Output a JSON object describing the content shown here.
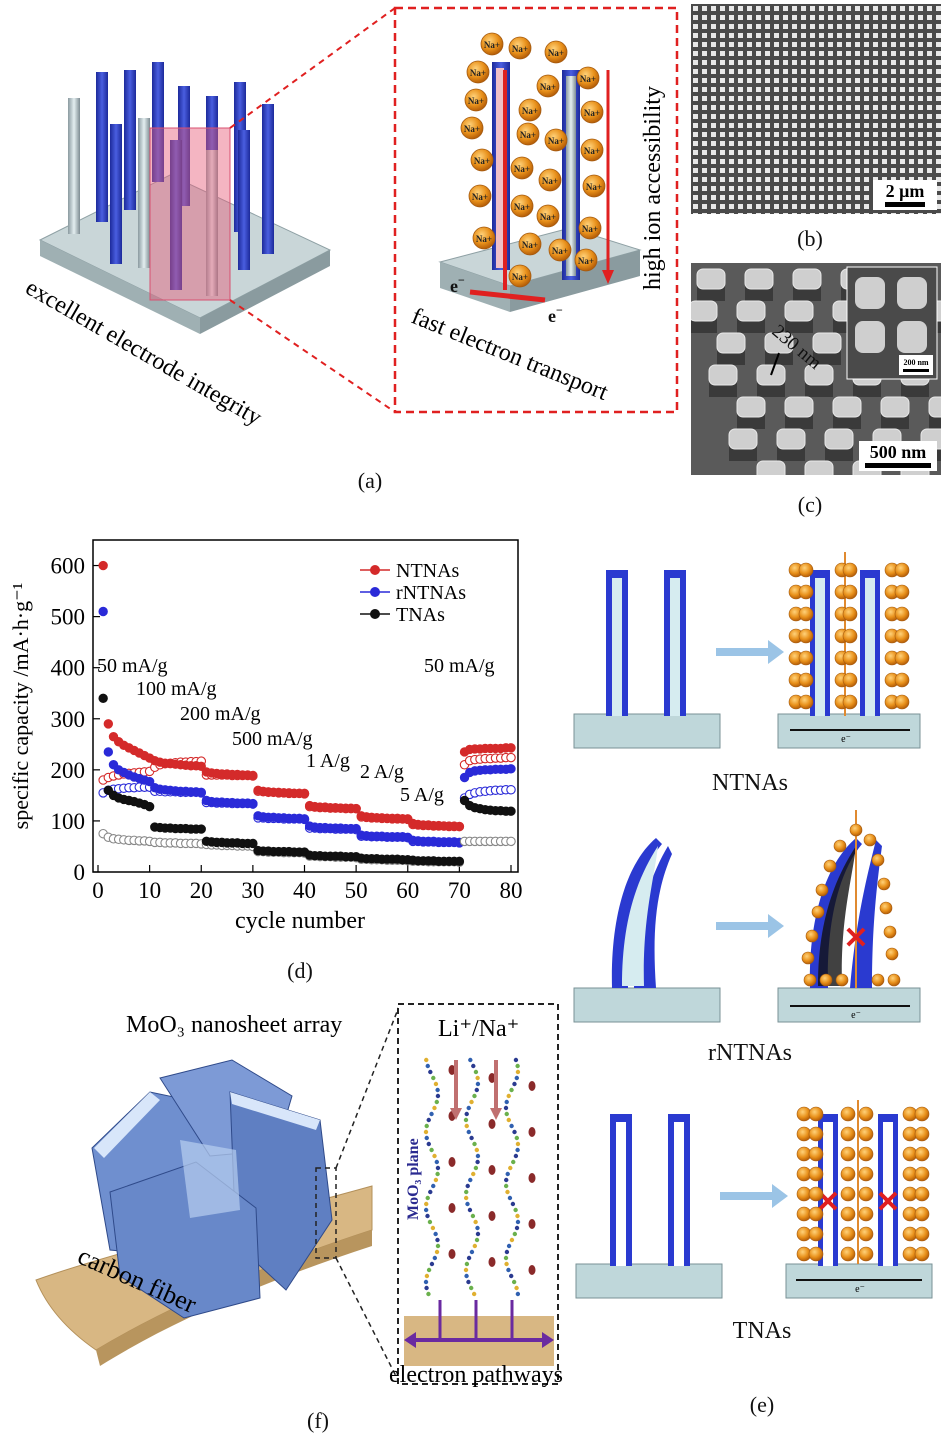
{
  "panel_a": {
    "label": "(a)",
    "integrity_text": "excellent electrode integrity",
    "transport_text": "fast electron transport",
    "accessibility_text": "high ion accessibility",
    "ion_symbol": "Na",
    "ion_charge": "+",
    "electron_symbol": "e",
    "electron_charge": "−"
  },
  "panel_b": {
    "label": "(b)",
    "scale_text": "2 μm"
  },
  "panel_c": {
    "label": "(c)",
    "scale_text": "500 nm",
    "inset_scale_text": "200 nm",
    "dimension_text": "230 nm"
  },
  "panel_d": {
    "label": "(d)",
    "rate_labels": [
      "50 mA/g",
      "100 mA/g",
      "200 mA/g",
      "500 mA/g",
      "1 A/g",
      "2 A/g",
      "5 A/g",
      "50 mA/g"
    ]
  },
  "panel_e": {
    "label": "(e)",
    "captions": [
      "NTNAs",
      "rNTNAs",
      "TNAs"
    ],
    "electron_text": "e⁻"
  },
  "panel_f": {
    "label": "(f)",
    "array_title": "MoO₃ nanosheet array",
    "fiber_text": "carbon fiber",
    "ion_text": "Li⁺/Na⁺",
    "plane_text": "MoO₃ plane",
    "pathway_text": "electron pathways"
  },
  "colors": {
    "ntnas": "#d42a2a",
    "rntnas": "#2a2ad8",
    "tnas": "#111111",
    "tube_blue": "#3344c8",
    "tube_light": "#cfe6ee",
    "substrate": "#b9d4d8",
    "ion_orange": "#e8901a",
    "dash_red": "#e02020"
  },
  "chart_data": {
    "type": "scatter",
    "xlabel": "cycle number",
    "ylabel": "specific capacity /mA·h·g⁻¹",
    "xlim": [
      0,
      80
    ],
    "ylim": [
      0,
      650
    ],
    "xticks": [
      0,
      10,
      20,
      30,
      40,
      50,
      60,
      70,
      80
    ],
    "yticks": [
      0,
      100,
      200,
      300,
      400,
      500,
      600
    ],
    "legend_position": "top-right",
    "series": [
      {
        "name": "NTNAs",
        "charge": [
          600,
          290,
          265,
          255,
          248,
          243,
          238,
          233,
          228,
          223,
          218,
          215,
          213,
          212,
          211,
          210,
          209,
          208,
          208,
          207,
          196,
          194,
          193,
          192,
          192,
          191,
          191,
          190,
          190,
          189,
          160,
          158,
          157,
          156,
          156,
          155,
          155,
          154,
          154,
          154,
          130,
          128,
          127,
          127,
          126,
          126,
          125,
          125,
          125,
          124,
          110,
          108,
          107,
          106,
          106,
          105,
          105,
          105,
          104,
          104,
          95,
          93,
          92,
          92,
          91,
          91,
          90,
          90,
          90,
          89,
          235,
          240,
          241,
          241,
          242,
          242,
          242,
          242,
          243,
          243
        ],
        "discharge": [
          180,
          185,
          188,
          190,
          192,
          193,
          194,
          195,
          196,
          197,
          205,
          210,
          212,
          213,
          214,
          215,
          215,
          216,
          216,
          217,
          190,
          190,
          190,
          190,
          190,
          189,
          189,
          189,
          189,
          188,
          158,
          157,
          156,
          156,
          155,
          155,
          154,
          154,
          154,
          153,
          128,
          127,
          126,
          126,
          125,
          125,
          125,
          124,
          124,
          124,
          108,
          107,
          106,
          106,
          105,
          105,
          104,
          104,
          104,
          103,
          93,
          92,
          91,
          91,
          90,
          90,
          90,
          89,
          89,
          89,
          210,
          218,
          220,
          221,
          222,
          222,
          223,
          223,
          224,
          224
        ]
      },
      {
        "name": "rNTNAs",
        "charge": [
          510,
          235,
          210,
          200,
          195,
          190,
          186,
          183,
          180,
          177,
          165,
          162,
          161,
          160,
          159,
          158,
          158,
          157,
          157,
          156,
          140,
          138,
          137,
          137,
          136,
          136,
          135,
          135,
          135,
          134,
          110,
          108,
          107,
          107,
          106,
          106,
          105,
          105,
          105,
          104,
          90,
          88,
          87,
          87,
          86,
          86,
          86,
          85,
          85,
          85,
          72,
          71,
          70,
          70,
          70,
          69,
          69,
          69,
          69,
          68,
          62,
          61,
          60,
          60,
          60,
          59,
          59,
          59,
          59,
          58,
          185,
          195,
          198,
          199,
          200,
          200,
          201,
          201,
          201,
          202
        ],
        "discharge": [
          155,
          160,
          162,
          163,
          164,
          165,
          165,
          166,
          166,
          166,
          158,
          158,
          157,
          157,
          157,
          156,
          156,
          156,
          156,
          155,
          136,
          136,
          135,
          135,
          135,
          134,
          134,
          134,
          134,
          133,
          106,
          106,
          105,
          105,
          105,
          104,
          104,
          104,
          104,
          103,
          86,
          86,
          85,
          85,
          85,
          84,
          84,
          84,
          84,
          83,
          70,
          70,
          69,
          69,
          69,
          68,
          68,
          68,
          68,
          67,
          60,
          60,
          59,
          59,
          59,
          58,
          58,
          58,
          58,
          57,
          145,
          152,
          155,
          157,
          158,
          159,
          160,
          160,
          161,
          161
        ]
      },
      {
        "name": "TNAs",
        "charge": [
          340,
          160,
          150,
          145,
          142,
          140,
          138,
          135,
          132,
          128,
          88,
          87,
          86,
          86,
          85,
          85,
          85,
          84,
          84,
          84,
          60,
          59,
          58,
          58,
          57,
          57,
          57,
          56,
          56,
          56,
          42,
          41,
          41,
          40,
          40,
          40,
          40,
          39,
          39,
          39,
          33,
          32,
          32,
          31,
          31,
          31,
          31,
          30,
          30,
          30,
          27,
          26,
          26,
          26,
          25,
          25,
          25,
          25,
          24,
          24,
          23,
          22,
          22,
          22,
          22,
          21,
          21,
          21,
          21,
          21,
          140,
          130,
          126,
          124,
          122,
          121,
          120,
          120,
          119,
          119
        ],
        "discharge": [
          75,
          68,
          65,
          64,
          63,
          62,
          62,
          61,
          61,
          60,
          58,
          58,
          57,
          57,
          57,
          56,
          56,
          56,
          56,
          55,
          54,
          53,
          53,
          52,
          52,
          52,
          51,
          51,
          51,
          50,
          40,
          40,
          39,
          39,
          39,
          38,
          38,
          38,
          38,
          37,
          31,
          31,
          30,
          30,
          30,
          29,
          29,
          29,
          29,
          28,
          25,
          25,
          24,
          24,
          24,
          23,
          23,
          23,
          23,
          22,
          21,
          21,
          21,
          20,
          20,
          20,
          20,
          20,
          20,
          19,
          60,
          60,
          60,
          60,
          60,
          60,
          60,
          60,
          60,
          60
        ]
      }
    ]
  }
}
